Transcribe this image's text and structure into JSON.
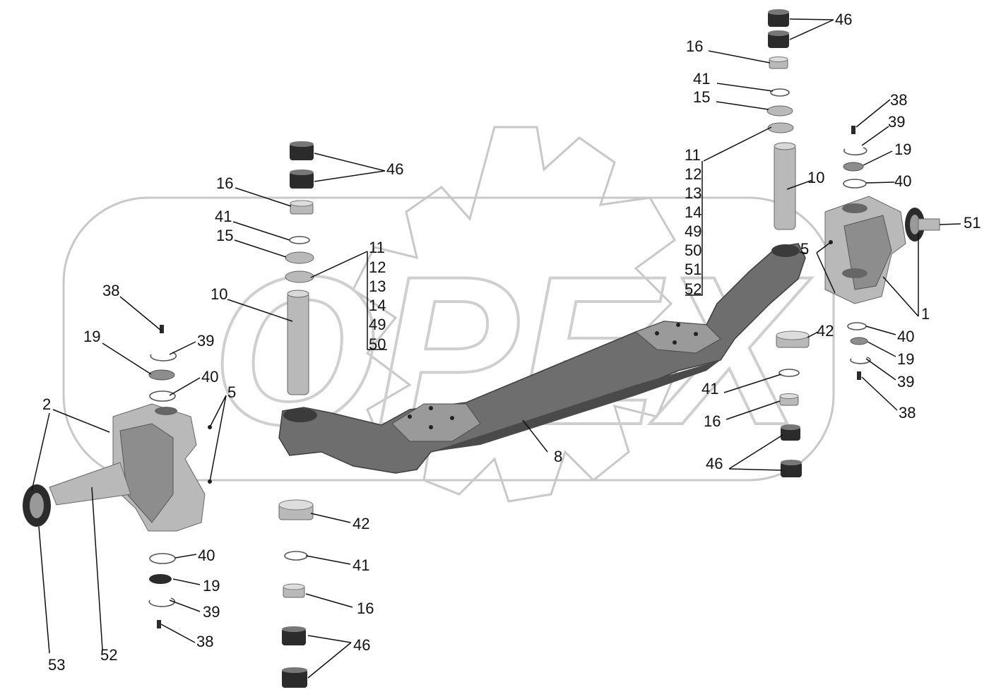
{
  "watermark": {
    "text": "OPEX"
  },
  "labels": [
    "46",
    "16",
    "41",
    "15",
    "11",
    "12",
    "13",
    "14",
    "49",
    "50",
    "51",
    "52",
    "10",
    "38",
    "39",
    "19",
    "40",
    "51",
    "5",
    "1",
    "42",
    "40",
    "19",
    "41",
    "39",
    "16",
    "38",
    "46",
    "8",
    "46",
    "16",
    "41",
    "15",
    "11",
    "12",
    "13",
    "14",
    "49",
    "50",
    "10",
    "38",
    "19",
    "39",
    "40",
    "5",
    "2",
    "42",
    "41",
    "40",
    "19",
    "16",
    "39",
    "38",
    "46",
    "53",
    "52"
  ]
}
